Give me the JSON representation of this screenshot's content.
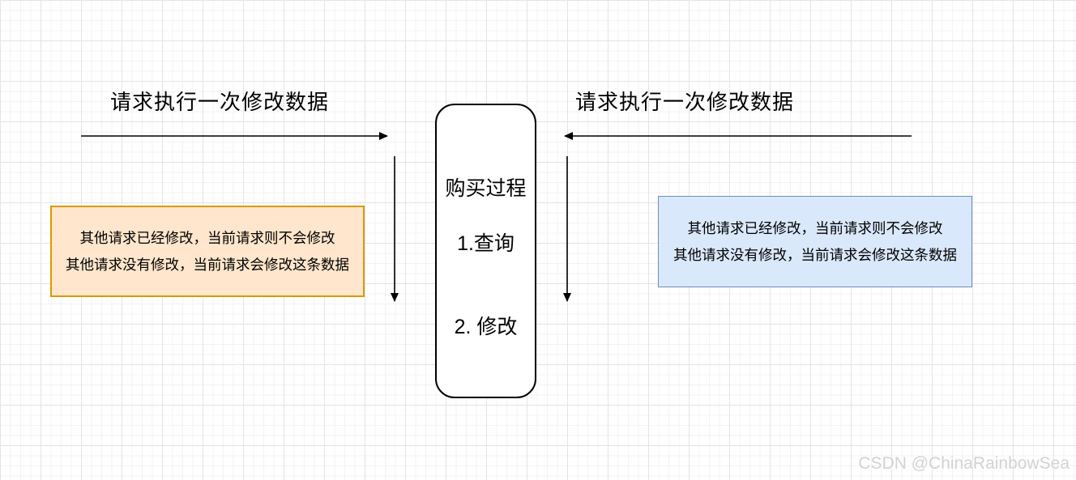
{
  "diagram": {
    "left_flow": {
      "title": "请求执行一次修改数据",
      "note_line1": "其他请求已经修改，当前请求则不会修改",
      "note_line2": "其他请求没有修改，当前请求会修改这条数据",
      "note_fill": "#FFE6CC",
      "note_border": "#D79B00"
    },
    "right_flow": {
      "title": "请求执行一次修改数据",
      "note_line1": "其他请求已经修改，当前请求则不会修改",
      "note_line2": "其他请求没有修改，当前请求会修改这条数据",
      "note_fill": "#DAE8FC",
      "note_border": "#6C8EBF"
    },
    "process_box": {
      "title": "购买过程",
      "steps": [
        "1.查询",
        "2. 修改"
      ]
    },
    "watermark": "CSDN @ChinaRainbowSea",
    "colors": {
      "arrow": "#000000",
      "grid_minor": "#f3f3f3",
      "grid_major": "#e4e4e4",
      "background": "#ffffff"
    }
  }
}
